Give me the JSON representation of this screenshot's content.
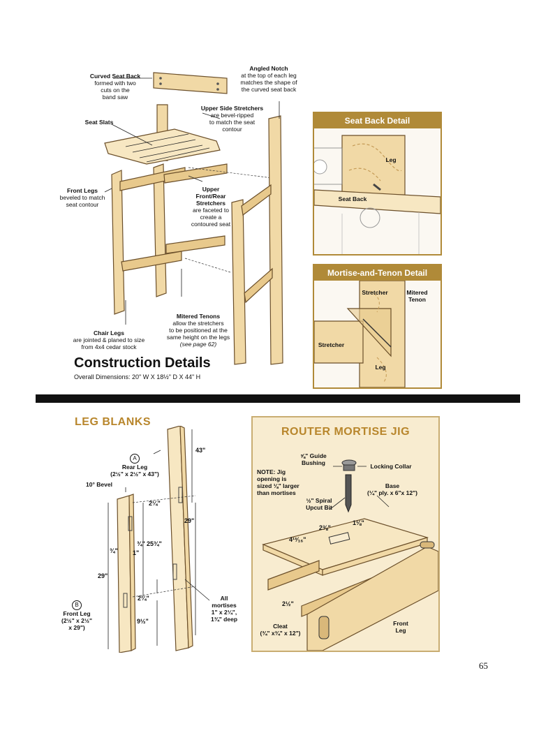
{
  "construction": {
    "title": "Construction Details",
    "subtitle": "Overall Dimensions: 20\" W X 18½\" D X 44\" H",
    "labels": {
      "curved_seat_back": [
        "Curved Seat Back",
        "formed with two",
        "cuts on the",
        "band saw"
      ],
      "angled_notch": [
        "Angled Notch",
        "at the top of each leg",
        "matches the shape of",
        "the curved seat back"
      ],
      "seat_slats": [
        "Seat Slats"
      ],
      "upper_side_stretchers": [
        "Upper Side Stretchers",
        "are bevel-ripped",
        "to match the seat",
        "contour"
      ],
      "front_legs": [
        "Front Legs",
        "beveled to match",
        "seat contour"
      ],
      "upper_front_rear": [
        "Upper",
        "Front/Rear",
        "Stretchers",
        "are faceted to",
        "create a",
        "contoured seat"
      ],
      "mitered_tenons": [
        "Mitered Tenons",
        "allow the stretchers",
        "to be positioned at the",
        "same height on the legs",
        "(see page 62)"
      ],
      "chair_legs": [
        "Chair Legs",
        "are jointed & planed to size",
        "from 4x4 cedar stock"
      ]
    }
  },
  "seat_back_detail": {
    "title": "Seat Back Detail",
    "leg": "Leg",
    "seat_back": "Seat Back"
  },
  "mortise_tenon_detail": {
    "title": "Mortise-and-Tenon Detail",
    "stretcher_top": "Stretcher",
    "mitered_tenon": [
      "Mitered",
      "Tenon"
    ],
    "stretcher_left": "Stretcher",
    "leg": "Leg"
  },
  "leg_blanks": {
    "title": "LEG BLANKS",
    "rear_leg_marker": "A",
    "rear_leg": [
      "Rear Leg",
      "(2½\" x 2½\" x 43\")"
    ],
    "front_leg_marker": "B",
    "front_leg": [
      "Front Leg",
      "(2½\" x 2½\"",
      "x 29\")"
    ],
    "bevel": "10° Bevel",
    "dims": {
      "d43": "43\"",
      "d29_rear": "29\"",
      "d2_1_4_top": "2¼\"",
      "d3_4": "¾\"",
      "d25_3_4": "25¾\"",
      "d1": "1\"",
      "d3_4_side": "¾\"",
      "d29_front": "29\"",
      "d2_1_4_bottom": "2¼\"",
      "d9_1_2": "9½\""
    },
    "all_mortises": [
      "All",
      "mortises",
      "1\" x 2¼\",",
      "1¾\" deep"
    ]
  },
  "router_jig": {
    "title": "ROUTER MORTISE JIG",
    "guide_bushing": [
      "⅝\" Guide",
      "Bushing"
    ],
    "locking_collar": "Locking Collar",
    "note": [
      "NOTE: Jig",
      "opening is",
      "sized ⅛\" larger",
      "than mortises"
    ],
    "base": [
      "Base",
      "(¼\" ply. x 6\"x 12\")"
    ],
    "upcut_bit": [
      "½\" Spiral",
      "Upcut Bit"
    ],
    "d2_3_8": "2⅜\"",
    "d1_1_8": "1⅛\"",
    "d4_13_16": "4¹³⁄₁₆\"",
    "d2_1_2": "2½\"",
    "cleat": [
      "Cleat",
      "(¾\" x¾\" x 12\")"
    ],
    "front_leg": [
      "Front",
      "Leg"
    ]
  },
  "page_number": "65",
  "colors": {
    "accent": "#b08a38",
    "title_gold": "#b8862c",
    "wood": "#f1d9a6",
    "jig_bg": "#f8ecd0"
  }
}
